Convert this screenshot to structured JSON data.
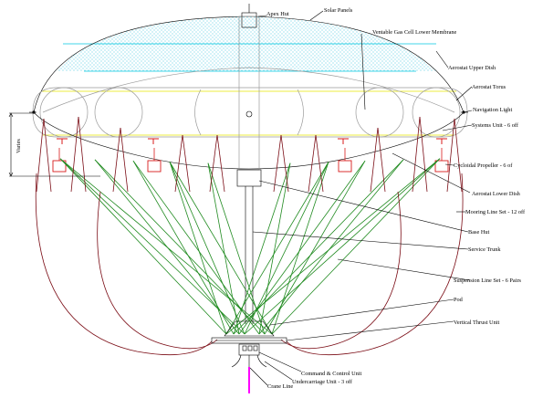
{
  "colors": {
    "mooring": "#7a0b14",
    "suspension": "#1f8a1f",
    "panel_dots": "#00b3d6",
    "cyan_band": "#00c8e0",
    "yellow_band": "#e6e600",
    "crane": "#ff00ff",
    "unit_red": "#d81b1b"
  },
  "labels": {
    "apex_hut": "Apex Hut",
    "solar_panels": "Solar Panels",
    "gas_cell": "Ventable Gas Cell Lower Membrane",
    "upper_dish": "Aerostat Upper Dish",
    "torus": "Aerostat Torus",
    "nav_light": "Navigation Light",
    "systems_unit": "Systems Unit - 6 off",
    "propeller": "Cycloidal Propeller - 6 of",
    "lower_dish": "Aerostat Lower Dish",
    "mooring": "Mooring Line Set - 12 off",
    "base_hut": "Base Hut",
    "service_trunk": "Service Trunk",
    "suspension": "Suspension Line Set - 6 Pairs",
    "pod": "Pod",
    "vertical_thrust": "Vertical Thrust Unit",
    "command_control": "Command & Control Unit",
    "undercarriage": "Undercarriage Unit - 3 off",
    "crane_line": "Crane Line",
    "dimension": "Varies"
  }
}
